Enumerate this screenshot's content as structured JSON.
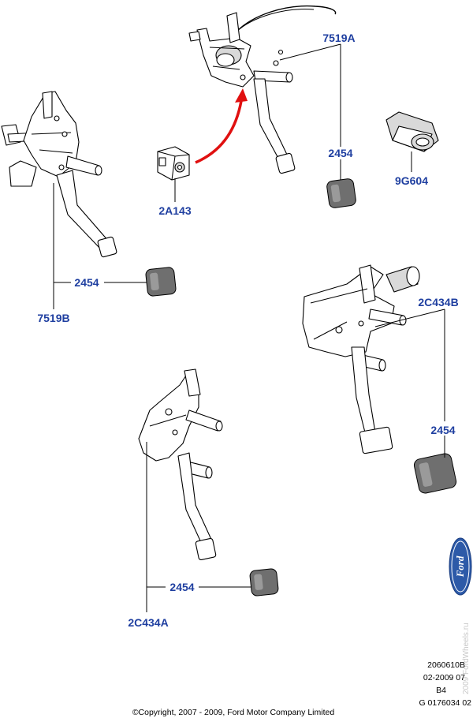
{
  "callouts": {
    "top_assembly_label": "7519A",
    "top_pad_label": "2454",
    "switch_label": "9G604",
    "sensor_label": "2A143",
    "left_pad_label": "2454",
    "left_assembly_label": "7519B",
    "right_assembly_label": "2C434B",
    "right_pad_label": "2454",
    "bottom_pad_label": "2454",
    "bottom_assembly_label": "2C434A"
  },
  "footer": {
    "ref_line1": "2060610B",
    "ref_line2": "02-2009 07",
    "ref_line3": "B4",
    "ref_line4": "G 0176034 02",
    "copyright": "©Copyright, 2007 - 2009, Ford Motor Company Limited"
  },
  "logo": {
    "text": "Ford",
    "icon": "ford-oval-logo"
  },
  "watermark": "2009 FordWheels.ru",
  "colors": {
    "callout": "#1f3fa0",
    "arrow": "#e01010",
    "pad": "#6f6f6f",
    "logo": "#2d5aa8"
  }
}
